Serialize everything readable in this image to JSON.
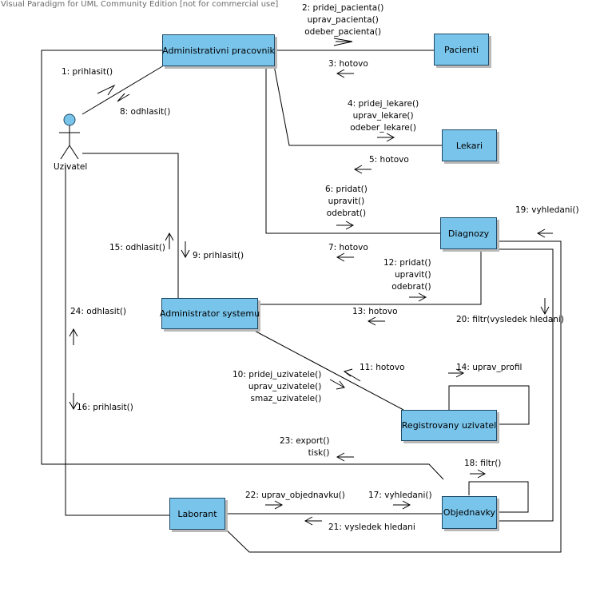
{
  "watermark": "Visual Paradigm for UML Community Edition [not for commercial use]",
  "actor": {
    "label": "Uzivatel"
  },
  "objects": {
    "admin_prac": "Administrativni pracovnik",
    "pacienti": "Pacienti",
    "lekari": "Lekari",
    "diagnozy": "Diagnozy",
    "admin_sys": "Administrator systemu",
    "reg_uziv": "Registrovany uzivatel",
    "laborant": "Laborant",
    "objednavky": "Objednavky"
  },
  "messages": {
    "m1": [
      "1: prihlasit()"
    ],
    "m2": [
      "2: pridej_pacienta()",
      "uprav_pacienta()",
      "odeber_pacienta()"
    ],
    "m3": [
      "3: hotovo"
    ],
    "m4": [
      "4: pridej_lekare()",
      "uprav_lekare()",
      "odeber_lekare()"
    ],
    "m5": [
      "5: hotovo"
    ],
    "m6": [
      "6: pridat()",
      "upravit()",
      "odebrat()"
    ],
    "m7": [
      "7: hotovo"
    ],
    "m8": [
      "8: odhlasit()"
    ],
    "m9": [
      "9: prihlasit()"
    ],
    "m10": [
      "10: pridej_uzivatele()",
      "uprav_uzivatele()",
      "smaz_uzivatele()"
    ],
    "m11": [
      "11: hotovo"
    ],
    "m12": [
      "12: pridat()",
      "upravit()",
      "odebrat()"
    ],
    "m13": [
      "13: hotovo"
    ],
    "m14": [
      "14: uprav_profil"
    ],
    "m15": [
      "15: odhlasit()"
    ],
    "m16": [
      "16: prihlasit()"
    ],
    "m17": [
      "17: vyhledani()"
    ],
    "m18": [
      "18: filtr()"
    ],
    "m19": [
      "19: vyhledani()"
    ],
    "m20": [
      "20: filtr(vysledek hledani)"
    ],
    "m21": [
      "21: vysledek hledani"
    ],
    "m22": [
      "22: uprav_objednavku()"
    ],
    "m23": [
      "23: export()",
      "tisk()"
    ],
    "m24": [
      "24: odhlasit()"
    ]
  },
  "colors": {
    "object_fill": "#79c4eb",
    "object_border": "#1f4a66",
    "line": "#000000"
  }
}
